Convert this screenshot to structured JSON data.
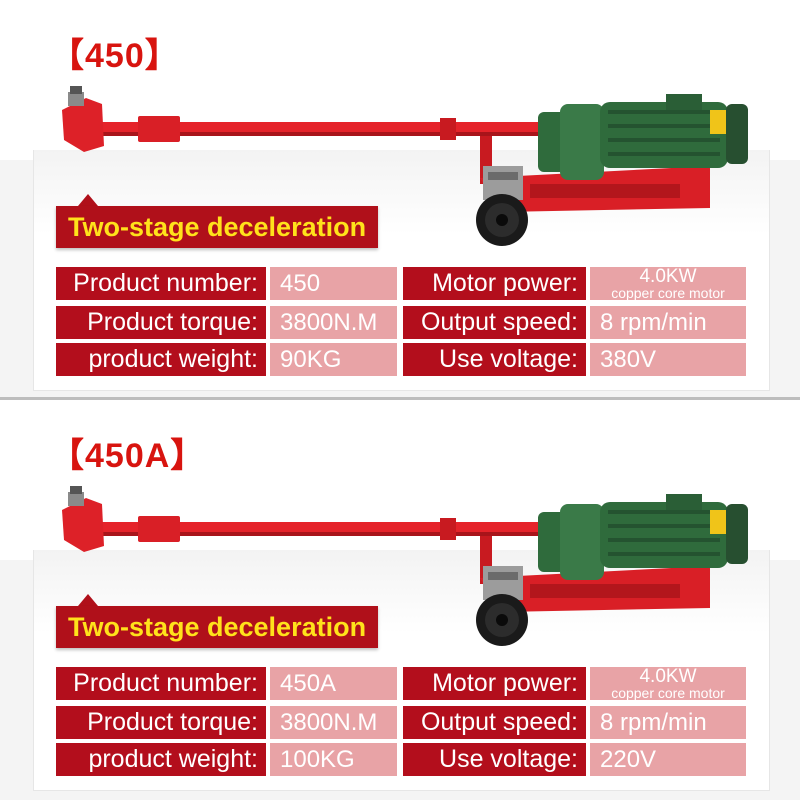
{
  "panels": [
    {
      "model": "【450】",
      "banner": "Two-stage deceleration",
      "specs": {
        "product_number_label": "Product number:",
        "product_number": "450",
        "product_torque_label": "Product torque:",
        "product_torque": "3800N.M",
        "product_weight_label": "product weight:",
        "product_weight": "90KG",
        "motor_power_label": "Motor power:",
        "motor_power": "4.0KW",
        "motor_power_note": "copper core motor",
        "output_speed_label": "Output speed:",
        "output_speed": "8 rpm/min",
        "use_voltage_label": "Use voltage:",
        "use_voltage": "380V"
      }
    },
    {
      "model": "【450A】",
      "banner": "Two-stage deceleration",
      "specs": {
        "product_number_label": "Product number:",
        "product_number": "450A",
        "product_torque_label": "Product torque:",
        "product_torque": "3800N.M",
        "product_weight_label": "product weight:",
        "product_weight": "100KG",
        "motor_power_label": "Motor power:",
        "motor_power": "4.0KW",
        "motor_power_note": "copper core motor",
        "output_speed_label": "Output speed:",
        "output_speed": "8 rpm/min",
        "use_voltage_label": "Use voltage:",
        "use_voltage": "220V"
      }
    }
  ],
  "colors": {
    "title_red": "#d8140f",
    "label_red": "#b30e1c",
    "value_pink": "#e8a3a6",
    "banner_yellow": "#ffe21b",
    "machine_red": "#e5232a",
    "motor_green": "#2f6b3c"
  }
}
